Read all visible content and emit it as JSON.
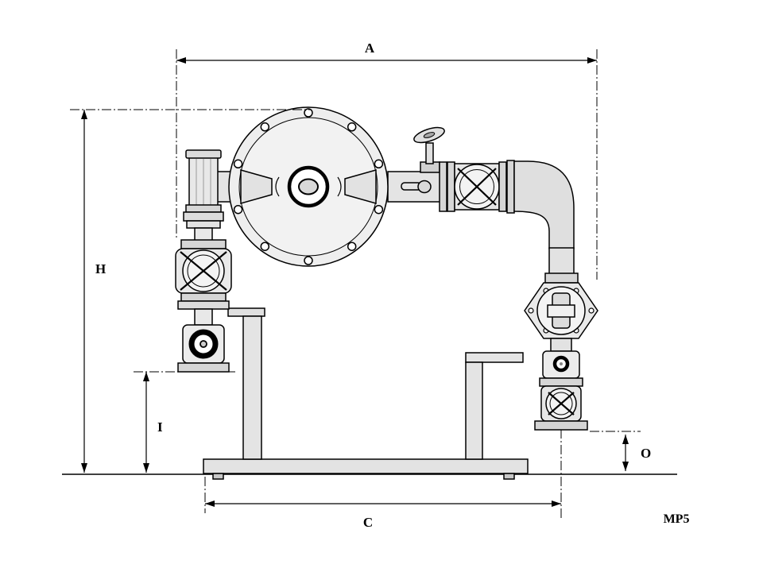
{
  "drawing": {
    "model_label": "MP5",
    "dimensions": {
      "A": "A",
      "H": "H",
      "I": "I",
      "C": "C",
      "O": "O"
    },
    "colors": {
      "line": "#000000",
      "background": "#ffffff",
      "metal_light": "#ececec",
      "metal_mid": "#dcdcdc",
      "metal_dark": "#c8c8c8"
    }
  }
}
